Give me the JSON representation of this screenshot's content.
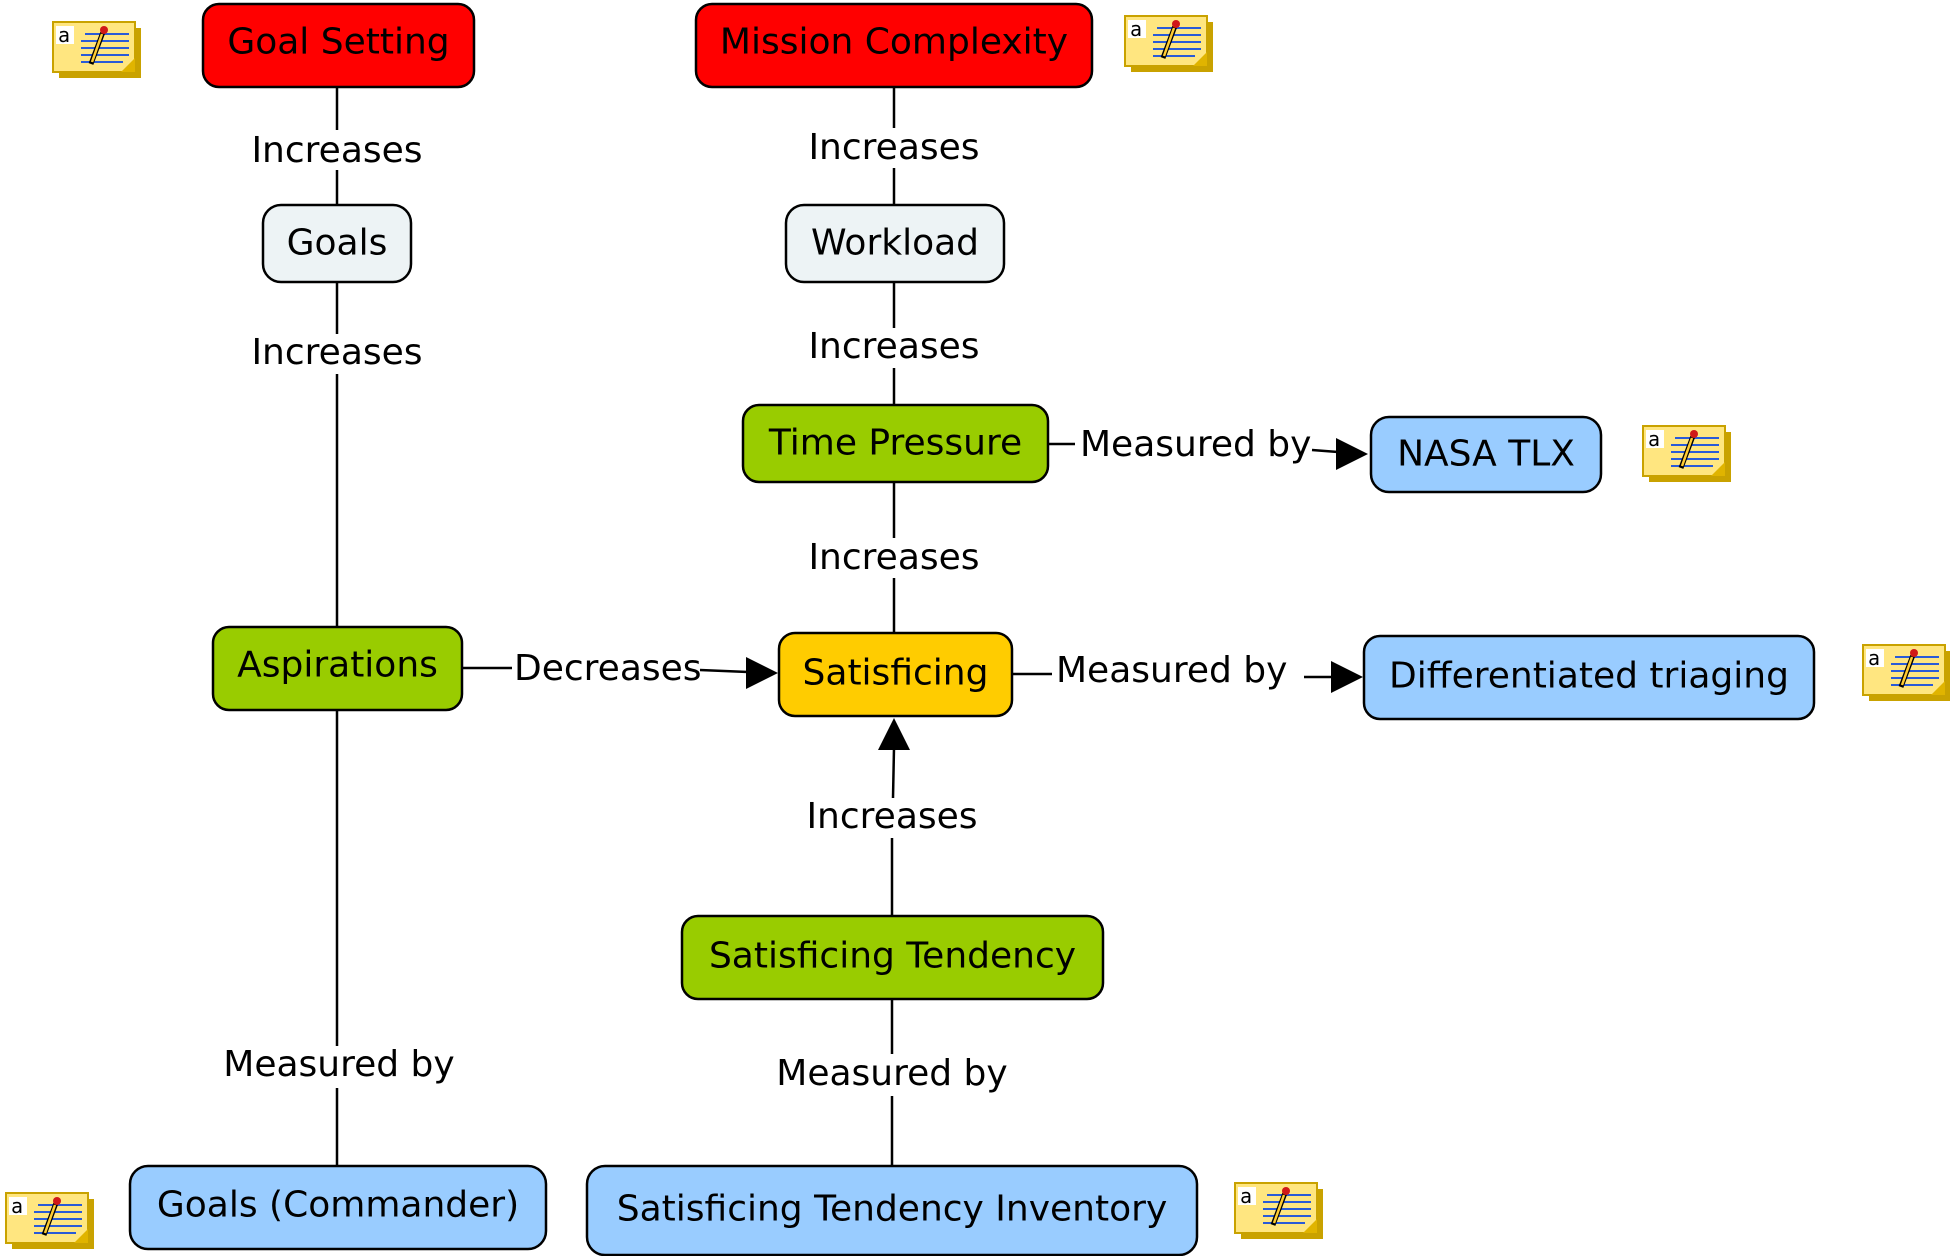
{
  "colors": {
    "goal_red": "#ff0000",
    "concept_pale": "#edf3f5",
    "concept_green": "#99cc00",
    "concept_orange": "#ffcc00",
    "measure_blue": "#99ccff",
    "note_yellow": "#ffe680"
  },
  "nodes": {
    "goal_setting": "Goal Setting",
    "mission_complexity": "Mission Complexity",
    "goals": "Goals",
    "workload": "Workload",
    "time_pressure": "Time Pressure",
    "nasa_tlx": "NASA TLX",
    "aspirations": "Aspirations",
    "satisficing": "Satisficing",
    "differentiated_triaging": "Differentiated triaging",
    "satisficing_tendency": "Satisficing Tendency",
    "goals_commander": "Goals (Commander)",
    "satisficing_tendency_inventory": "Satisficing Tendency Inventory"
  },
  "links": {
    "goal_setting_goals": "Increases",
    "goals_aspirations": "Increases",
    "mission_workload": "Increases",
    "workload_time_pressure": "Increases",
    "time_pressure_nasa": "Measured by",
    "time_pressure_satisficing": "Increases",
    "aspirations_satisficing": "Decreases",
    "satisficing_triaging": "Measured by",
    "tendency_satisficing": "Increases",
    "aspirations_commander": "Measured by",
    "tendency_inventory": "Measured by"
  },
  "note_icons": [
    {
      "name": "note-icon",
      "attached_to": "Goal Setting"
    },
    {
      "name": "note-icon",
      "attached_to": "Mission Complexity"
    },
    {
      "name": "note-icon",
      "attached_to": "NASA TLX"
    },
    {
      "name": "note-icon",
      "attached_to": "Differentiated triaging"
    },
    {
      "name": "note-icon",
      "attached_to": "Goals (Commander)"
    },
    {
      "name": "note-icon",
      "attached_to": "Satisficing Tendency Inventory"
    }
  ]
}
